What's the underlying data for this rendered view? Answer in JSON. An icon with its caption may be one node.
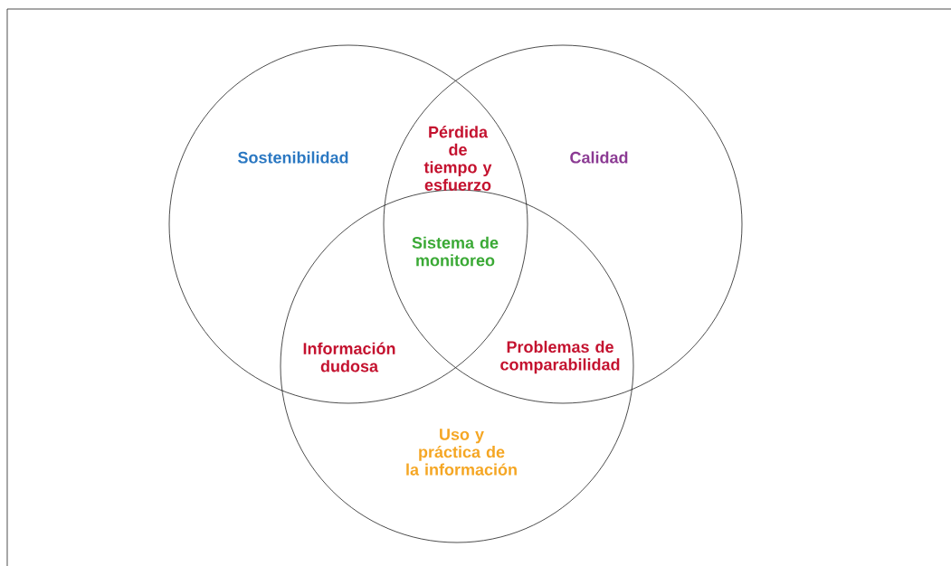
{
  "diagram": {
    "nodes": [
      {
        "text": [
          "Sostenibilidad"
        ]
      },
      {
        "text": [
          "Calidad"
        ]
      },
      {
        "text": [
          "Uso y práctica de la información"
        ]
      }
    ],
    "edges": [],
    "labels": [
      "Pérdida de tiempo y esfuerzo",
      "Sistema de monitoreo",
      "Información dudosa",
      "Problemas de comparabilidad"
    ]
  }
}
